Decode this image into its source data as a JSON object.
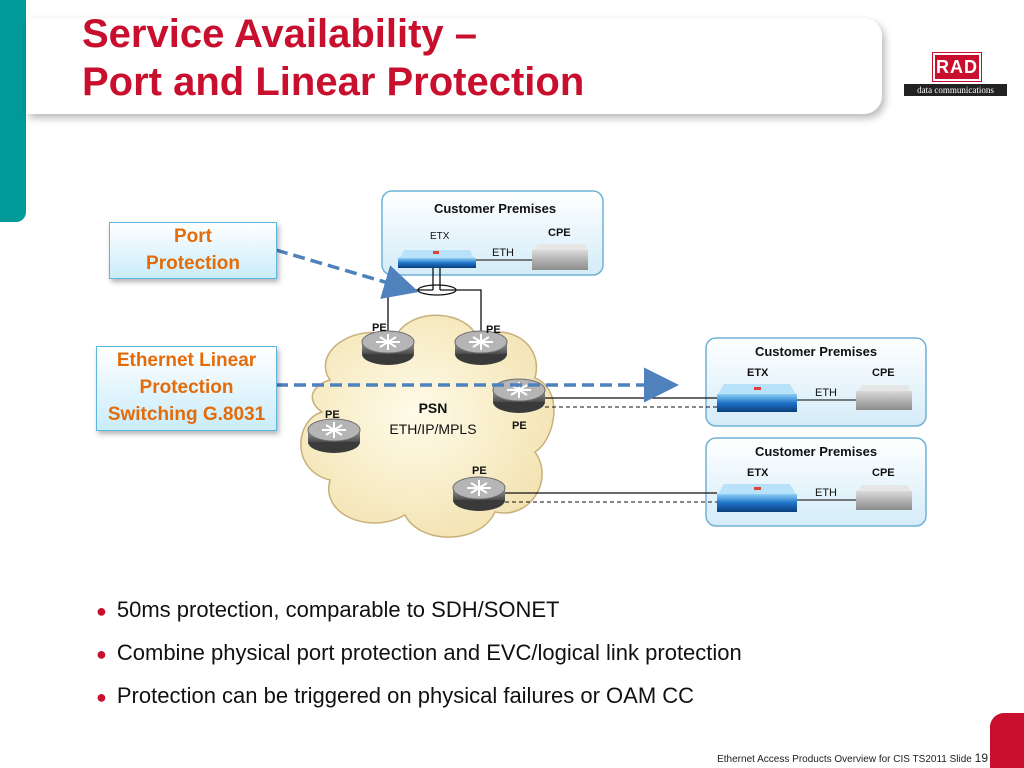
{
  "slide": {
    "title_line1": "Service Availability –",
    "title_line2": "Port and Linear Protection",
    "logo_text": "RAD",
    "logo_subtext": "data communications",
    "footer_text": "Ethernet Access Products Overview for CIS TS2011 Slide",
    "slide_number": "19"
  },
  "callouts": {
    "port": "Port\nProtection",
    "linear": "Ethernet Linear\nProtection\nSwitching G.8031"
  },
  "diagram": {
    "premises_top": {
      "title": "Customer Premises",
      "etx": "ETX",
      "cpe": "CPE",
      "link": "ETH"
    },
    "premises_mid": {
      "title": "Customer Premises",
      "etx": "ETX",
      "cpe": "CPE",
      "link": "ETH"
    },
    "premises_bot": {
      "title": "Customer Premises",
      "etx": "ETX",
      "cpe": "CPE",
      "link": "ETH"
    },
    "psn_title": "PSN",
    "psn_sub": "ETH/IP/MPLS",
    "pe_label": "PE"
  },
  "bullets": [
    "50ms protection, comparable to SDH/SONET",
    "Combine physical port protection and EVC/logical link protection",
    "Protection can be triggered on physical failures or OAM CC"
  ],
  "colors": {
    "title_red": "#c8102e",
    "teal": "#009a9a",
    "callout_text": "#e36c09",
    "arrow_blue": "#4f81bd"
  }
}
